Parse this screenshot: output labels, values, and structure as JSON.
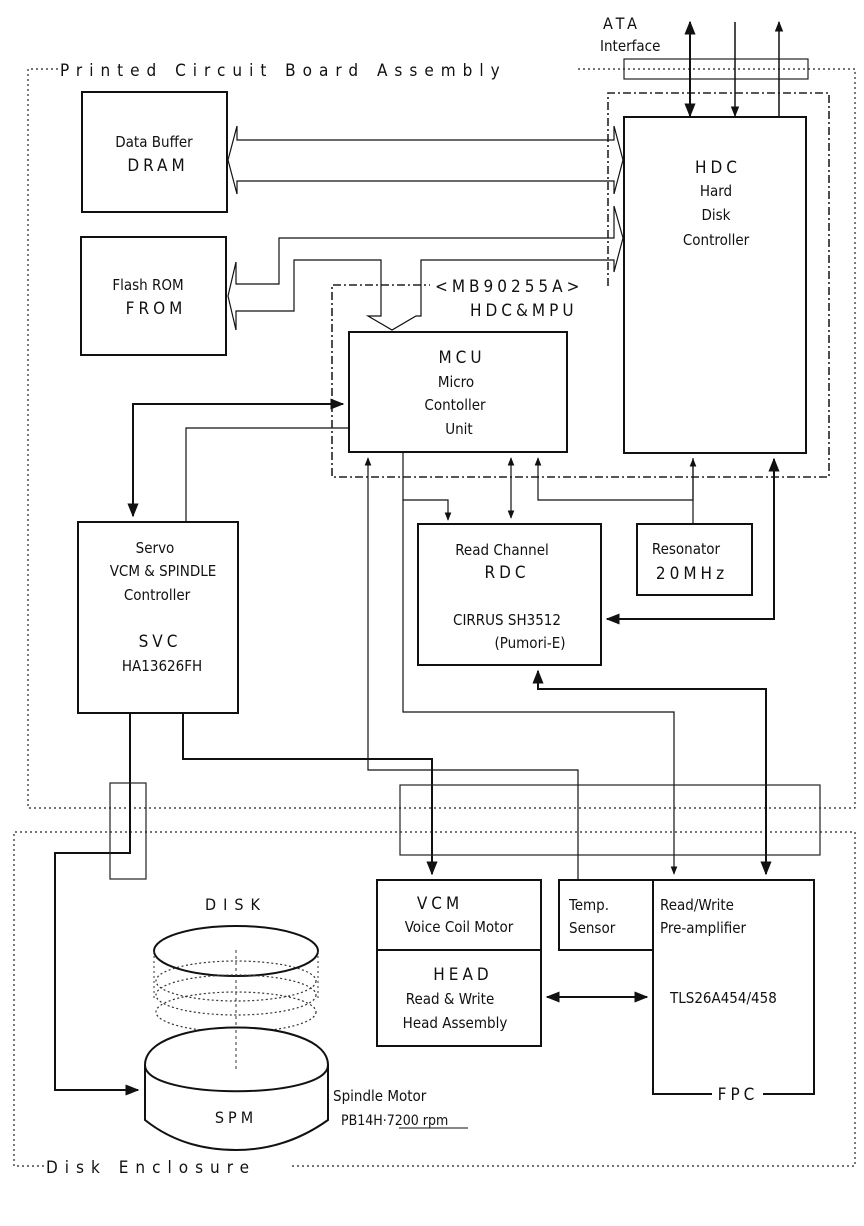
{
  "diagram": {
    "type": "block-diagram",
    "subject": "Hard disk drive architecture"
  },
  "regions": {
    "pcb": "Printed Circuit Board Assembly",
    "enclosure": "Disk Enclosure",
    "chip_group": "<MB90255A>",
    "chip_group_sub": "HDC&MPU"
  },
  "interface": {
    "line1": "ATA",
    "line2": "Interface"
  },
  "blocks": {
    "dram": {
      "line1": "Data Buffer",
      "line2": "DRAM"
    },
    "flash": {
      "line1": "Flash ROM",
      "line2": "FROM"
    },
    "hdc": {
      "line1": "HDC",
      "line2": "Hard",
      "line3": "Disk",
      "line4": "Controller"
    },
    "mcu": {
      "line1": "MCU",
      "line2": "Micro",
      "line3": "Contoller",
      "line4": "Unit"
    },
    "svc": {
      "line1": "Servo",
      "line2": "VCM & SPINDLE",
      "line3": "Controller",
      "line4": "SVC",
      "line5": "HA13626FH"
    },
    "rdc": {
      "line1": "Read Channel",
      "line2": "RDC",
      "line3": "CIRRUS SH3512",
      "line4": "(Pumori-E)"
    },
    "resonator": {
      "line1": "Resonator",
      "line2": "20MHz"
    },
    "vcm": {
      "line1": "VCM",
      "line2": "Voice Coil Motor"
    },
    "head": {
      "line1": "HEAD",
      "line2": "Read & Write",
      "line3": "Head Assembly"
    },
    "temp": {
      "line1": "Temp.",
      "line2": "Sensor"
    },
    "preamp": {
      "line1": "Read/Write",
      "line2": "Pre-amplifier",
      "line3": "TLS26A454/458",
      "line4": "FPC"
    },
    "disk": {
      "label": "DISK"
    },
    "spm": {
      "label": "SPM",
      "caption1": "Spindle Motor",
      "caption2": "PB14H·7200 rpm"
    }
  }
}
